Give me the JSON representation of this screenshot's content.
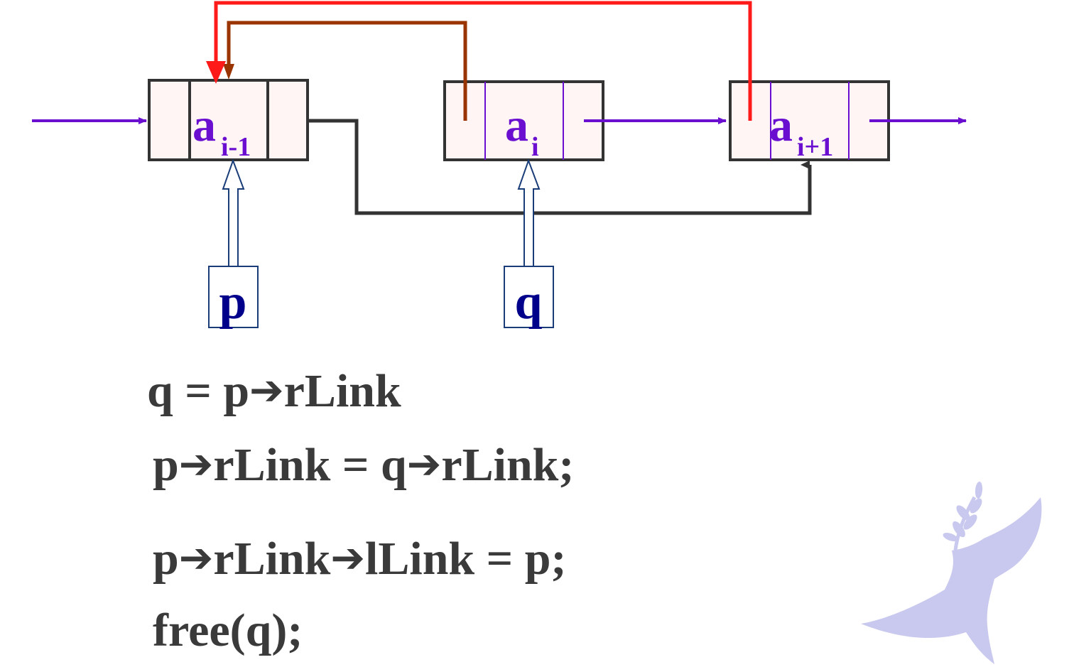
{
  "diagram": {
    "nodes": [
      {
        "base": "a",
        "sub": "i-1"
      },
      {
        "base": "a",
        "sub": "i"
      },
      {
        "base": "a",
        "sub": "i+1"
      }
    ],
    "pointers": [
      {
        "label": "p"
      },
      {
        "label": "q"
      }
    ]
  },
  "code": {
    "lines": [
      {
        "parts": [
          "q = p",
          "rLink"
        ]
      },
      {
        "parts": [
          "p",
          "rLink = q",
          "rLink;"
        ]
      },
      {
        "parts": [
          "p",
          "rLink",
          "lLink = p;"
        ]
      },
      {
        "parts": [
          "free(q);"
        ]
      }
    ],
    "arrow_glyph": "➔"
  },
  "colors": {
    "node_fill": "#fff5f5",
    "node_border": "#333333",
    "purple": "#6a0fd0",
    "red": "#ff1a1a",
    "brown": "#993300",
    "dark_link": "#333333",
    "pointer_border": "#1a3d7a",
    "pointer_text": "#00008b",
    "code_text": "#3a3a3a",
    "dove": "#c9c9ef"
  },
  "decor": {
    "watermark_icon": "dove-olive-branch-icon"
  }
}
